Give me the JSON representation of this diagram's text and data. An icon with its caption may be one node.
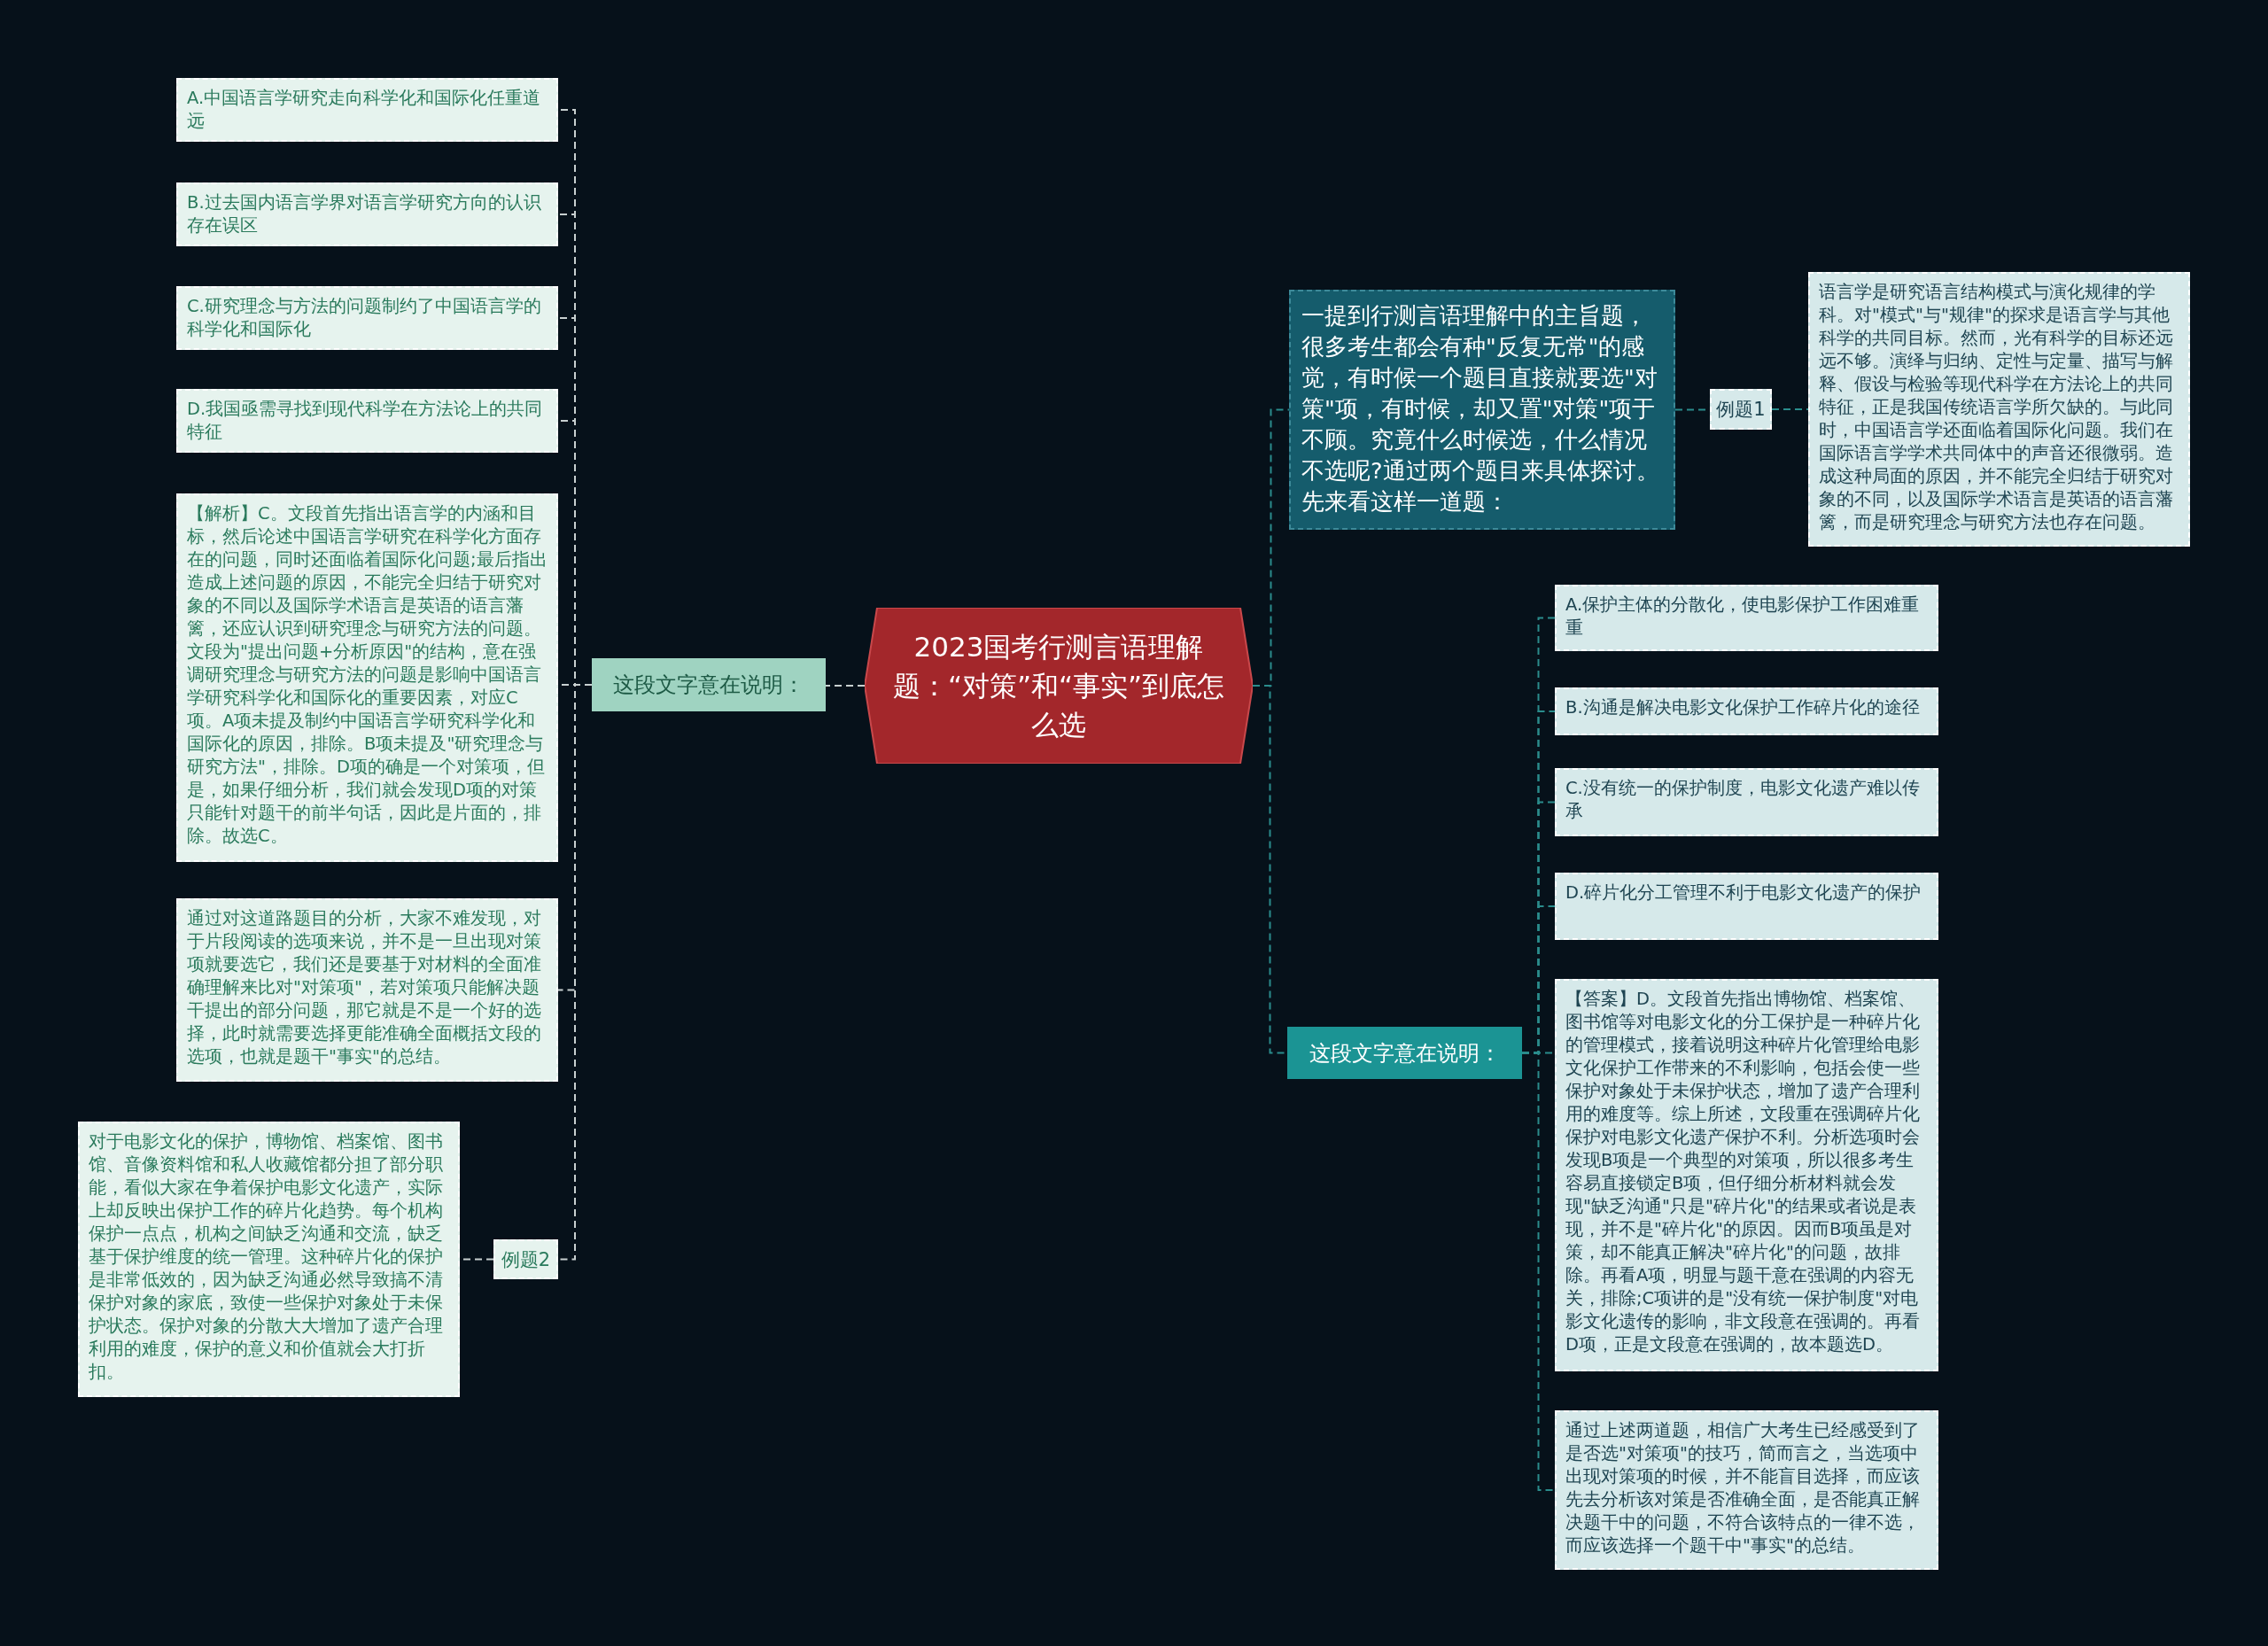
{
  "diagram": {
    "nodes": [
      {
        "text": [
          "2023国考行测言语理解题：“对策”和“事实”到底怎么选"
        ]
      },
      {
        "text": [
          "这段文字意在说明："
        ]
      },
      {
        "text": [
          "A.中国语言学研究走向科学化和国际化任重道远"
        ]
      },
      {
        "text": [
          "B.过去国内语言学界对语言学研究方向的认识存在误区"
        ]
      },
      {
        "text": [
          "C.研究理念与方法的问题制约了中国语言学的科学化和国际化"
        ]
      },
      {
        "text": [
          "D.我国亟需寻找到现代科学在方法论上的共同特征"
        ]
      },
      {
        "text": [
          "【解析】C。文段首先指出语言学的内涵和目标，然后论述中国语言学研究在科学化方面存在的问题，同时还面临着国际化问题;最后指出造成上述问题的原因，不能完全归结于研究对象的不同以及国际学术语言是英语的语言藩篱，还应认识到研究理念与研究方法的问题。文段为\"提出问题+分析原因\"的结构，意在强调研究理念与研究方法的问题是影响中国语言学研究科学化和国际化的重要因素，对应C项。A项未提及制约中国语言学研究科学化和国际化的原因，排除。B项未提及\"研究理念与研究方法\"，排除。D项的确是一个对策项，但是，如果仔细分析，我们就会发现D项的对策只能针对题干的前半句话，因此是片面的，排除。故选C。"
        ]
      },
      {
        "text": [
          "通过对这道路题目的分析，大家不难发现，对于片段阅读的选项来说，并不是一旦出现对策项就要选它，我们还是要基于对材料的全面准确理解来比对\"对策项\"，若对策项只能解决题干提出的部分问题，那它就是不是一个好的选择，此时就需要选择更能准确全面概括文段的选项，也就是题干\"事实\"的总结。"
        ]
      },
      {
        "text": [
          "例题2"
        ]
      },
      {
        "text": [
          "对于电影文化的保护，博物馆、档案馆、图书馆、音像资料馆和私人收藏馆都分担了部分职能，看似大家在争着保护电影文化遗产，实际上却反映出保护工作的碎片化趋势。每个机构保护一点点，机构之间缺乏沟通和交流，缺乏基于保护维度的统一管理。这种碎片化的保护是非常低效的，因为缺乏沟通必然导致搞不清保护对象的家底，致使一些保护对象处于未保护状态。保护对象的分散大大增加了遗产合理利用的难度，保护的意义和价值就会大打折扣。"
        ]
      },
      {
        "text": [
          "一提到行测言语理解中的主旨题，很多考生都会有种\"反复无常\"的感觉，有时候一个题目直接就要选\"对策\"项，有时候，却又置\"对策\"项于不顾。究竟什么时候选，什么情况不选呢?通过两个题目来具体探讨。先来看这样一道题："
        ]
      },
      {
        "text": [
          "例题1"
        ]
      },
      {
        "text": [
          "语言学是研究语言结构模式与演化规律的学科。对\"模式\"与\"规律\"的探求是语言学与其他科学的共同目标。然而，光有科学的目标还远远不够。演绎与归纳、定性与定量、描写与解释、假设与检验等现代科学在方法论上的共同特征，正是我国传统语言学所欠缺的。与此同时，中国语言学还面临着国际化问题。我们在国际语言学学术共同体中的声音还很微弱。造成这种局面的原因，并不能完全归结于研究对象的不同，以及国际学术语言是英语的语言藩篱，而是研究理念与研究方法也存在问题。"
        ]
      },
      {
        "text": [
          "这段文字意在说明："
        ]
      },
      {
        "text": [
          "A.保护主体的分散化，使电影保护工作困难重重"
        ]
      },
      {
        "text": [
          "B.沟通是解决电影文化保护工作碎片化的途径"
        ]
      },
      {
        "text": [
          "C.没有统一的保护制度，电影文化遗产难以传承"
        ]
      },
      {
        "text": [
          "D.碎片化分工管理不利于电影文化遗产的保护"
        ]
      },
      {
        "text": [
          "【答案】D。文段首先指出博物馆、档案馆、图书馆等对电影文化的分工保护是一种碎片化的管理模式，接着说明这种碎片化管理给电影文化保护工作带来的不利影响，包括会使一些保护对象处于未保护状态，增加了遗产合理利用的难度等。综上所述，文段重在强调碎片化保护对电影文化遗产保护不利。分析选项时会发现B项是一个典型的对策项，所以很多考生容易直接锁定B项，但仔细分析材料就会发现\"缺乏沟通\"只是\"碎片化\"的结果或者说是表现，并不是\"碎片化\"的原因。因而B项虽是对策，却不能真正解决\"碎片化\"的问题，故排除。再看A项，明显与题干意在强调的内容无关，排除;C项讲的是\"没有统一保护制度\"对电影文化遗传的影响，非文段意在强调的。再看D项，正是文段意在强调的，故本题选D。"
        ]
      },
      {
        "text": [
          "通过上述两道题，相信广大考生已经感受到了是否选\"对策项\"的技巧，简而言之，当选项中出现对策项的时候，并不能盲目选择，而应该先去分析该对策是否准确全面，是否能真正解决题干中的问题，不符合该特点的一律不选，而应该选择一个题干中\"事实\"的总结。"
        ]
      }
    ],
    "edges": [
      {
        "from": 0,
        "to": 1,
        "arrow": "none",
        "color": "#c8d0d0"
      },
      {
        "from": 1,
        "to": 2,
        "arrow": "none",
        "color": "#c8d0d0"
      },
      {
        "from": 1,
        "to": 3,
        "arrow": "none",
        "color": "#c8d0d0"
      },
      {
        "from": 1,
        "to": 4,
        "arrow": "none",
        "color": "#c8d0d0"
      },
      {
        "from": 1,
        "to": 5,
        "arrow": "none",
        "color": "#c8d0d0"
      },
      {
        "from": 1,
        "to": 6,
        "arrow": "none",
        "color": "#c8d0d0"
      },
      {
        "from": 1,
        "to": 7,
        "arrow": "none",
        "color": "#c8d0d0"
      },
      {
        "from": 1,
        "to": 8,
        "arrow": "none",
        "color": "#c8d0d0"
      },
      {
        "from": 8,
        "to": 9,
        "arrow": "none",
        "color": "#c8d0d0"
      },
      {
        "from": 0,
        "to": 10,
        "arrow": "none",
        "color": "#2a8c8c"
      },
      {
        "from": 10,
        "to": 11,
        "arrow": "none",
        "color": "#2a8c8c"
      },
      {
        "from": 11,
        "to": 12,
        "arrow": "none",
        "color": "#2a8c8c"
      },
      {
        "from": 0,
        "to": 13,
        "arrow": "none",
        "color": "#2a8c8c"
      },
      {
        "from": 13,
        "to": 14,
        "arrow": "none",
        "color": "#2a8c8c"
      },
      {
        "from": 13,
        "to": 15,
        "arrow": "none",
        "color": "#2a8c8c"
      },
      {
        "from": 13,
        "to": 16,
        "arrow": "none",
        "color": "#2a8c8c"
      },
      {
        "from": 13,
        "to": 17,
        "arrow": "none",
        "color": "#2a8c8c"
      },
      {
        "from": 13,
        "to": 18,
        "arrow": "none",
        "color": "#2a8c8c"
      },
      {
        "from": 13,
        "to": 19,
        "arrow": "none",
        "color": "#2a8c8c"
      }
    ]
  }
}
